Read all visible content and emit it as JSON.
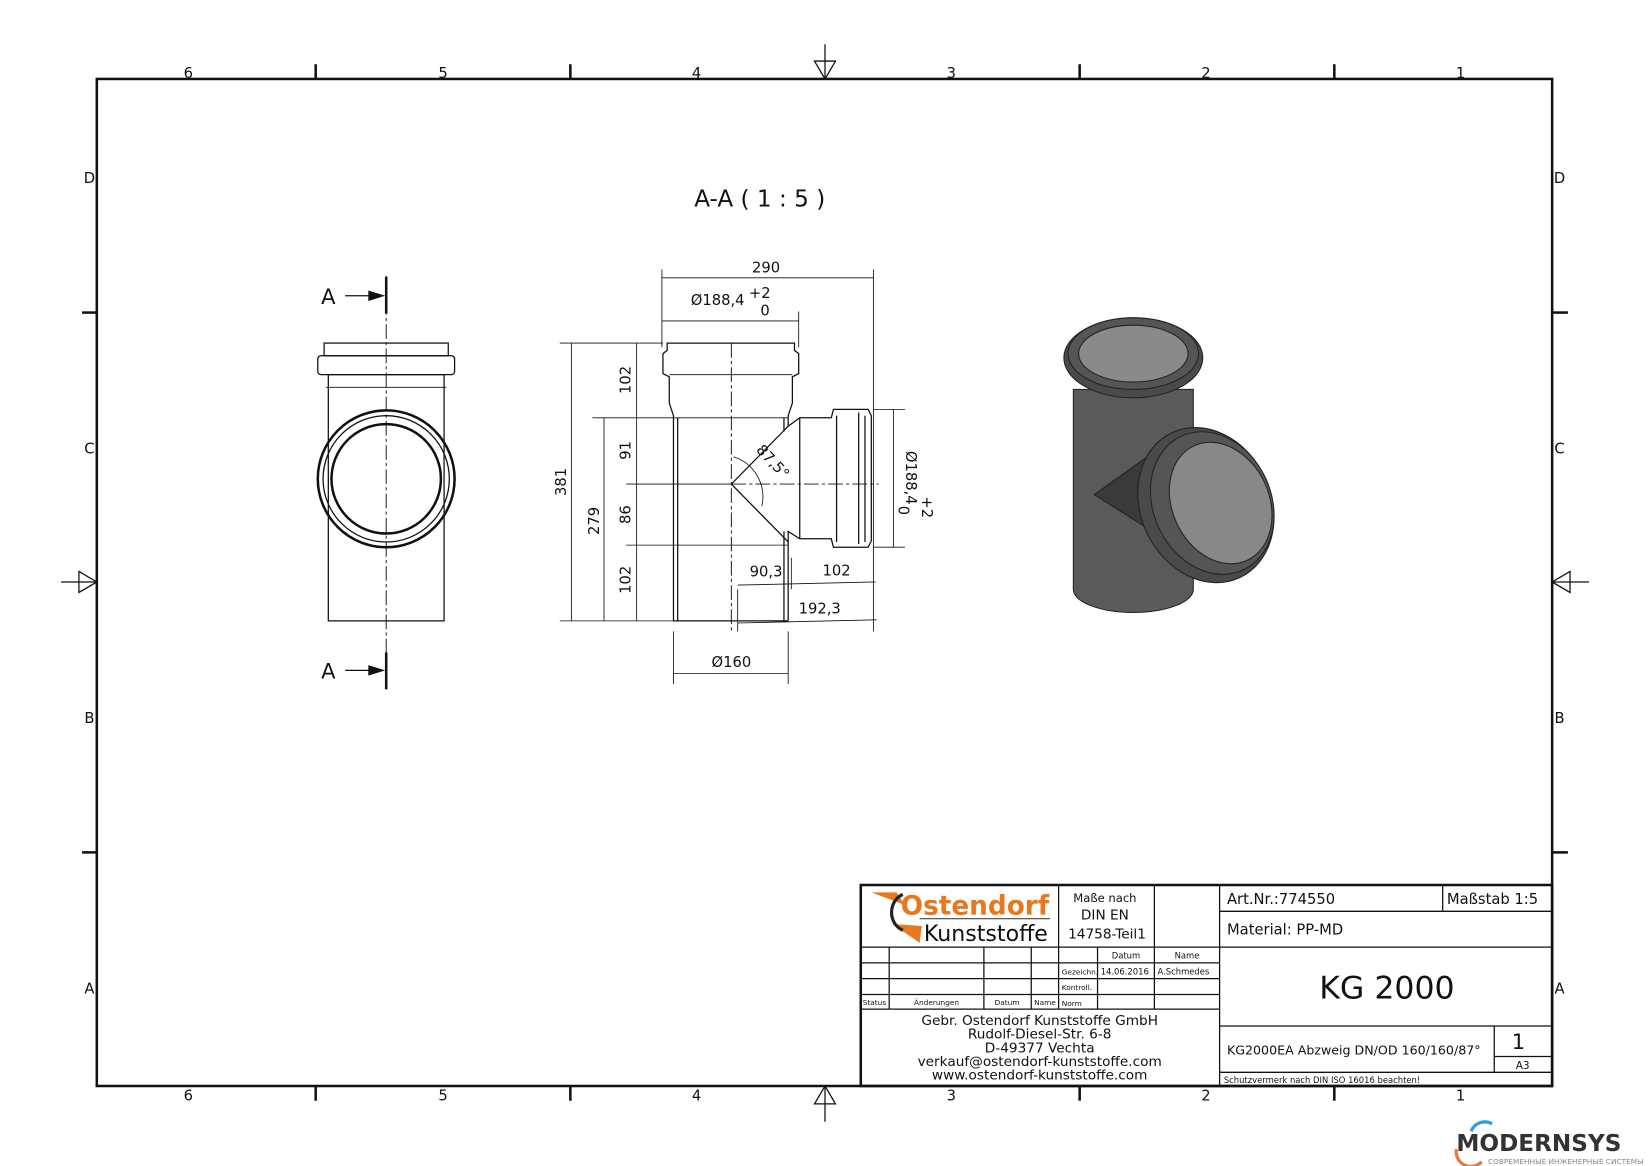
{
  "drawing": {
    "section_title": "A-A ( 1 : 5 )",
    "section_marker": "A",
    "columns": [
      "6",
      "5",
      "4",
      "3",
      "2",
      "1"
    ],
    "rows": [
      "D",
      "C",
      "B",
      "A"
    ],
    "dimensions": {
      "overall_width": "290",
      "socket_diameter": "Ø188,4",
      "tol_plus": "+2",
      "tol_zero": "0",
      "branch_socket_diameter": "Ø188,4",
      "total_height": "381",
      "lower_height": "279",
      "socket_depth_top": "102",
      "seg_91": "91",
      "seg_86": "86",
      "socket_depth_bottom": "102",
      "angle": "87,5°",
      "offset_90_3": "90,3",
      "branch_102": "102",
      "branch_192_3": "192,3",
      "pipe_diameter": "Ø160"
    }
  },
  "title_block": {
    "logo_top": "Ostendorf",
    "logo_bottom": "Kunststoffe",
    "standard_line1": "Maße nach",
    "standard_line2": "DIN EN",
    "standard_line3": "14758-Teil1",
    "art_nr": "Art.Nr.:774550",
    "scale": "Maßstab 1:5",
    "material": "Material: PP-MD",
    "product": "KG 2000",
    "description": "KG2000EA Abzweig DN/OD 160/160/87°",
    "sheet": "1",
    "format": "A3",
    "notice": "Schutzvermerk nach DIN ISO 16016 beachten!",
    "hdr_datum": "Datum",
    "hdr_name": "Name",
    "row_gezeichn": "Gezeichn.",
    "row_date": "14.06.2016",
    "row_name": "A.Schmedes",
    "row_kontroll": "Kontroll.",
    "row_norm": "Norm",
    "col_status": "Status",
    "col_aenderungen": "Änderungen",
    "col_datum": "Datum",
    "col_name": "Name",
    "address": [
      "Gebr. Ostendorf Kunststoffe GmbH",
      "Rudolf-Diesel-Str. 6-8",
      "D-49377 Vechta",
      "verkauf@ostendorf-kunststoffe.com",
      "www.ostendorf-kunststoffe.com"
    ]
  },
  "watermark": {
    "name": "MODERNSYS",
    "tagline": "СОВРЕМЕННЫЕ ИНЖЕНЕРНЫЕ СИСТЕМЫ"
  },
  "colors": {
    "logo_orange": "#e8781e",
    "watermark_blue": "#2a9fd8",
    "watermark_orange": "#e8783a",
    "part_gray": "#4a4a4a"
  }
}
